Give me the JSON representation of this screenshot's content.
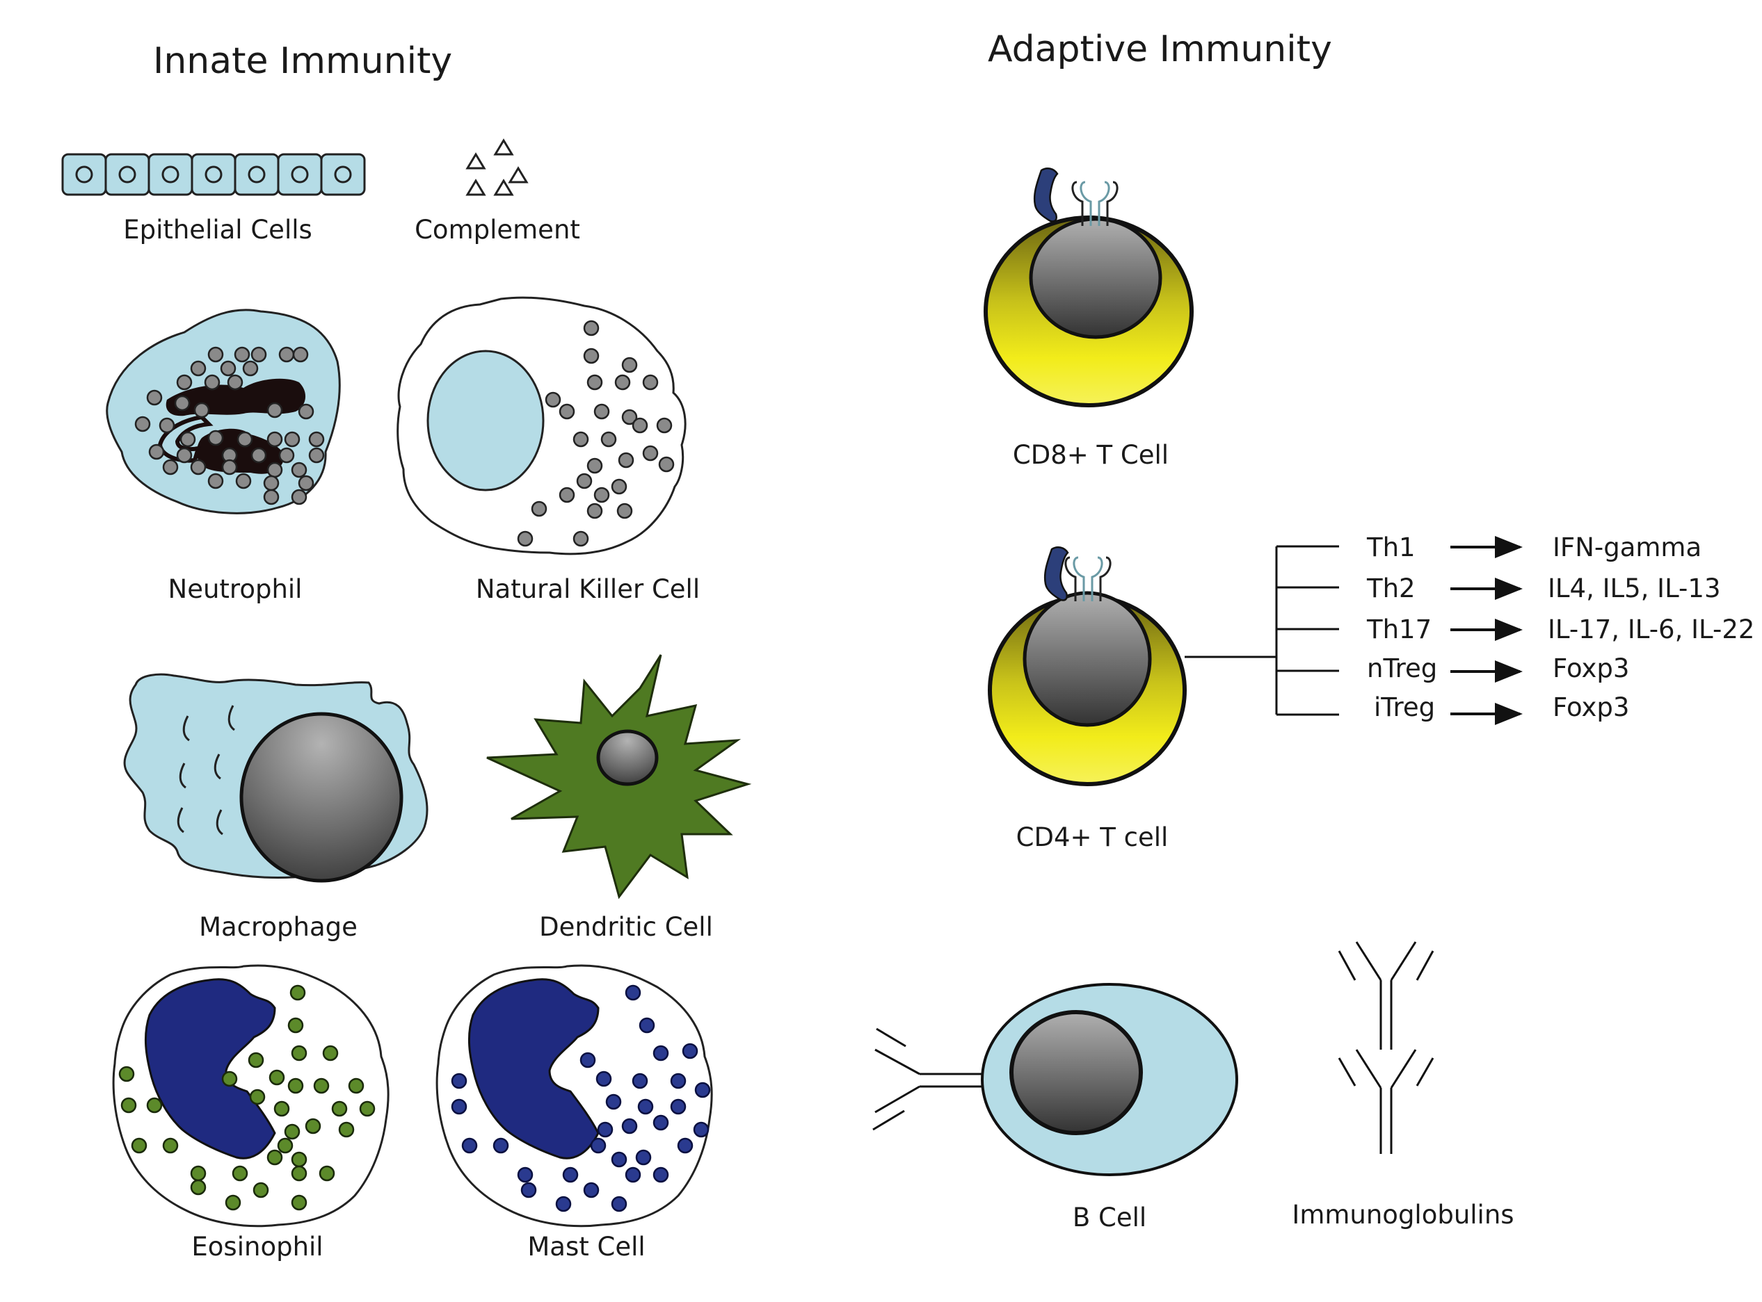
{
  "innate": {
    "title": "Innate Immunity",
    "epithelial": "Epithelial Cells",
    "complement": "Complement",
    "neutrophil": "Neutrophil",
    "nk": "Natural Killer Cell",
    "macrophage": "Macrophage",
    "dendritic": "Dendritic Cell",
    "eosinophil": "Eosinophil",
    "mast": "Mast Cell"
  },
  "adaptive": {
    "title": "Adaptive Immunity",
    "cd8": "CD8+ T Cell",
    "cd4": "CD4+ T cell",
    "bcell": "B Cell",
    "ig": "Immunoglobulins",
    "subsets": [
      {
        "name": "Th1",
        "product": "IFN-gamma"
      },
      {
        "name": "Th2",
        "product": "IL4, IL5, IL-13"
      },
      {
        "name": "Th17",
        "product": "IL-17, IL-6, IL-22"
      },
      {
        "name": "nTreg",
        "product": "Foxp3"
      },
      {
        "name": "iTreg",
        "product": "Foxp3"
      }
    ]
  },
  "colors": {
    "cytoplasm": "#b5dce6",
    "nucleus_dark": "#3b3b3b",
    "nucleus_light": "#a9a9a9",
    "tcell_yellow": "#f2ec1a",
    "tcell_olive": "#6b6512",
    "dendritic_green": "#4f7a22",
    "eosinophil_granule": "#5c8a2a",
    "mast_nucleus": "#1f2a80",
    "mast_granule": "#2a3a8f",
    "receptor_blue": "#2c3f7a"
  }
}
